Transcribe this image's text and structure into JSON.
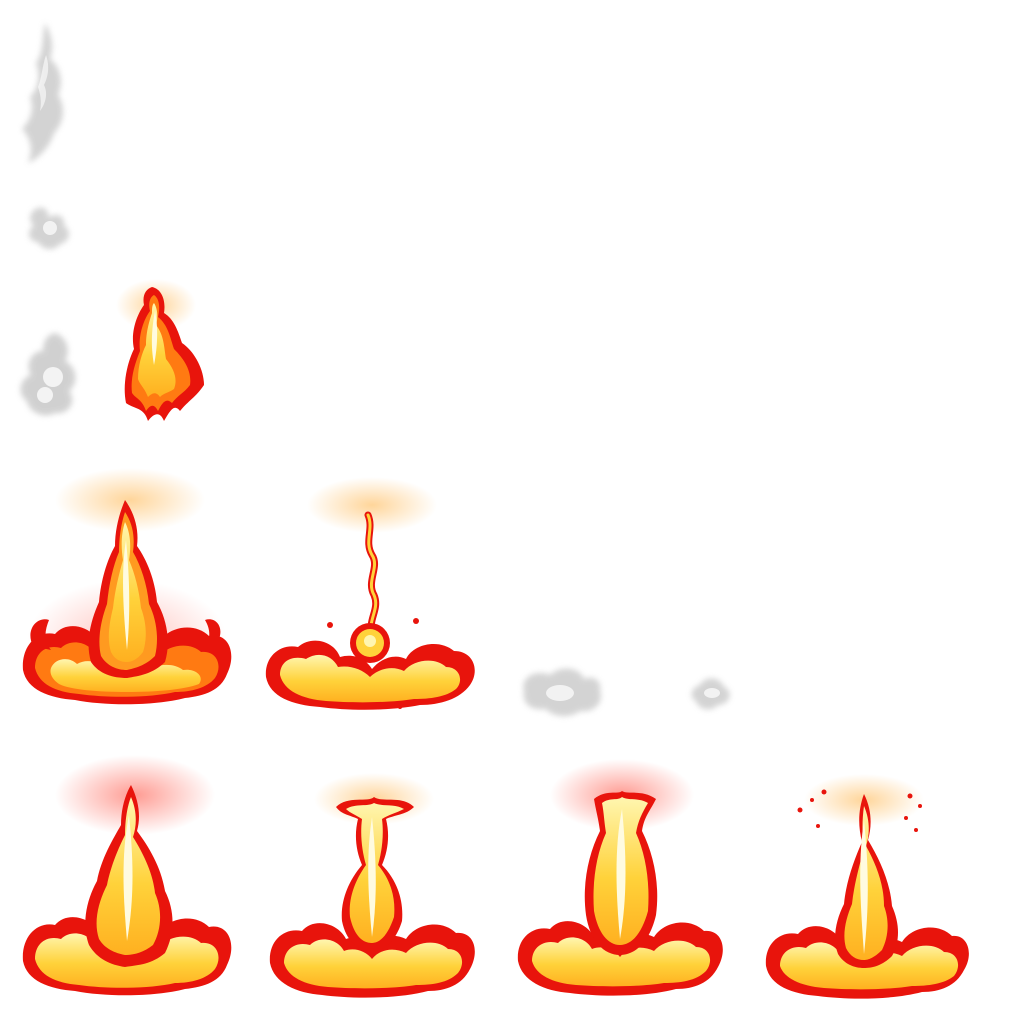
{
  "sheet": {
    "background": "#ffffff",
    "palette": {
      "flame_outer": "#e8140c",
      "flame_mid": "#ff7a12",
      "flame_core": "#ffd23a",
      "flame_hot": "#fff6b0",
      "glow": "#ff5a2a",
      "glow_warm": "#ffb347",
      "smoke": "#c9c9c9"
    }
  },
  "frames": [
    {
      "id": "smoke-wisp-tall",
      "kind": "smoke",
      "row": 1,
      "col": 1
    },
    {
      "id": "smoke-wisp-small",
      "kind": "smoke",
      "row": 2,
      "col": 1
    },
    {
      "id": "smoke-puff",
      "kind": "smoke",
      "row": 3,
      "col": 1
    },
    {
      "id": "flame-spark-small",
      "kind": "flame",
      "row": 3,
      "col": 2
    },
    {
      "id": "fire-pillar-full",
      "kind": "flame",
      "row": 4,
      "col": 1
    },
    {
      "id": "fire-pillar-fading",
      "kind": "flame",
      "row": 4,
      "col": 2
    },
    {
      "id": "smoke-ring-ground",
      "kind": "smoke",
      "row": 4,
      "col": 3
    },
    {
      "id": "fire-pillar-rise-1",
      "kind": "flame",
      "row": 5,
      "col": 1
    },
    {
      "id": "fire-pillar-rise-2",
      "kind": "flame",
      "row": 5,
      "col": 2
    },
    {
      "id": "fire-pillar-rise-3",
      "kind": "flame",
      "row": 5,
      "col": 3
    },
    {
      "id": "fire-pillar-rise-4",
      "kind": "flame",
      "row": 5,
      "col": 4
    }
  ]
}
